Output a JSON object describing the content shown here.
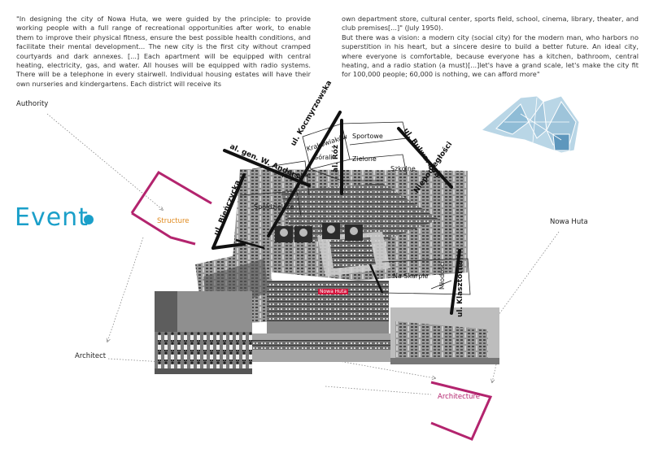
{
  "quote_left": {
    "text": "\"In designing the city of Nowa Huta, we were guided by the principle: to provide working people with a full range of recreational opportunities after work, to enable them to improve their physical fitness, ensure the best possible health conditions, and facilitate their mental development... The new city is the first city without cramped courtyards and dark annexes. [...] Each apartment will be equipped with central heating, electricity, gas, and water. All houses will be equipped with radio systems. There will be a telephone in every stairwell. Individual housing estates will have their own nurseries and kindergartens. Each district will receive its"
  },
  "quote_right": {
    "text1": "own department store, cultural center, sports field, school, cinema, library, theater, and club premises[...]\" (July 1950).",
    "text2": "But there was a vision: a modern city (social city) for the modern man, who harbors no superstition in his heart, but a sincere desire to build a better future. An ideal city, where everyone is comfortable, because everyone has a kitchen, bathroom, central heating, and a radio station (a must)[...]let's have a grand scale, let's make the city fit for 100,000 people; 60,000 is nothing, we can afford more\""
  },
  "labels": {
    "authority": "Authority",
    "event": "Event",
    "structure": "Structure",
    "nowa_huta": "Nowa Huta",
    "architect": "Architect",
    "architecture": "Architecture"
  },
  "map": {
    "streets": {
      "kocmyrzowska": "ul. Kocmyrzowska",
      "andersa": "al. gen. W. Andersa",
      "bienczycka": "ul. Bieńczycka",
      "roz": "al. Róż",
      "bulwarowa": "ul. Bulwarowa",
      "klasztorna": "ul. Klasztorna",
      "niepodleglosci": "Niepodległości"
    },
    "districts": {
      "krakowiakow": "Krakowiaków",
      "gorali": "Górali",
      "sportowe": "Sportowe",
      "zielone": "Zielone",
      "szkolne": "Szkolne",
      "teatralne": "Teatralne",
      "spoldzielcze": "Spółdzielcze",
      "na_skarpie": "Na Skarpie",
      "mlodosci": "Młodości"
    },
    "photo_tag": "Nowa Huta"
  },
  "colors": {
    "accent_blue": "#1a9fc9",
    "magenta": "#b3246e",
    "orange": "#e08a1e"
  }
}
